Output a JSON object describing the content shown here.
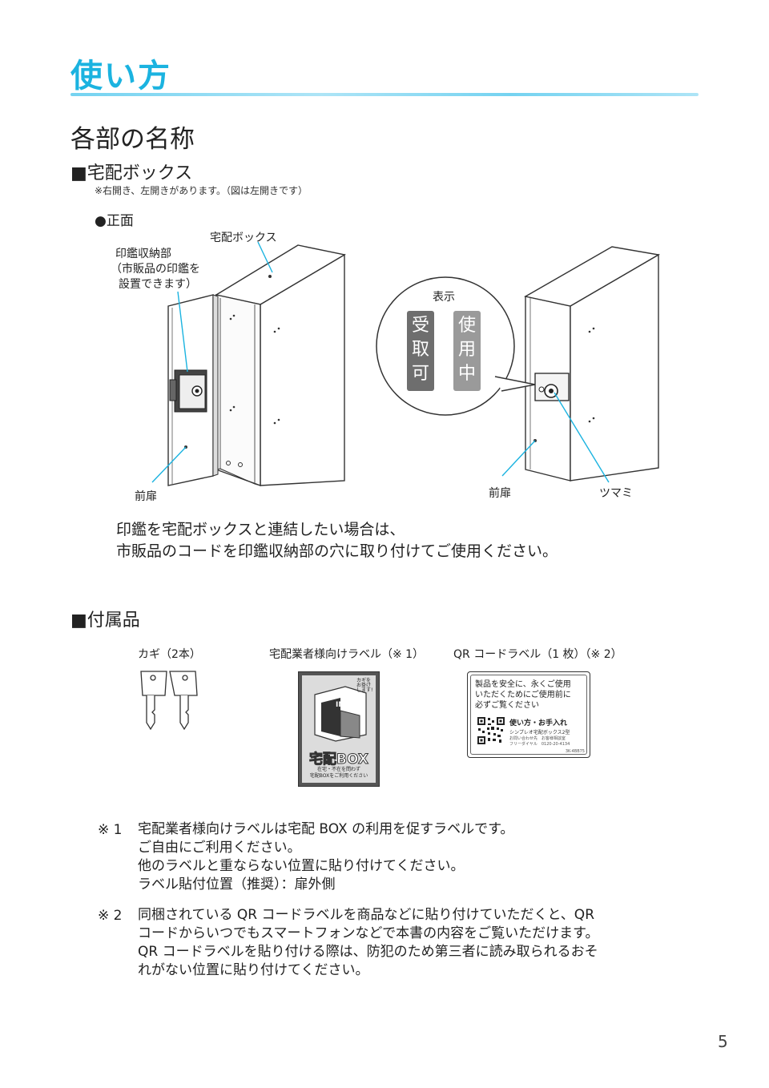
{
  "page": {
    "title": "使い方",
    "section_title": "各部の名称",
    "page_number": "5"
  },
  "box_section": {
    "heading": "■宅配ボックス",
    "note": "※右開き、左開きがあります。（図は左開きです）",
    "front_label": "●正面",
    "labels": {
      "takuhai_box": "宅配ボックス",
      "inkan_1": "印鑑収納部",
      "inkan_2": "（市販品の印鑑を",
      "inkan_3": "設置できます）",
      "front_door_left": "前扉",
      "front_door_right": "前扉",
      "knob": "ツマミ",
      "display": "表示"
    },
    "display_indicators": {
      "available": "受取可",
      "in_use": "使用中",
      "available_color": "#6e6e6e",
      "in_use_color": "#9a9a9a"
    },
    "body_1": "印鑑を宅配ボックスと連結したい場合は、",
    "body_2": "市販品のコードを印鑑収納部の穴に取り付けてご使用ください。"
  },
  "accessories": {
    "heading": "■付属品",
    "keys_label": "カギ（2本）",
    "carrier_label": "宅配業者様向けラベル（※ 1）",
    "qr_label": "QR コードラベル（1 枚）（※ 2）",
    "carrier_card": {
      "lock_text_1": "カギを",
      "lock_text_2": "お掛け",
      "lock_text_3": "します!",
      "in_text": "IN",
      "logo": "宅配BOX",
      "line_1": "在宅・不在を問わず",
      "line_2": "宅配BOXをご利用ください"
    },
    "qr_card": {
      "line_1": "製品を安全に、永くご使用",
      "line_2": "いただくためにご使用前に",
      "line_3": "必ずご覧ください",
      "bold": "使い方・お手入れ",
      "product": "シンプレオ宅配ボックス2型",
      "contact_1": "お問い合わせ先　お客様相談室",
      "contact_2": "フリーダイヤル　0120-20-4134",
      "code": "3K-4BB75"
    }
  },
  "notes": [
    {
      "mark": "※ 1",
      "lines": [
        "宅配業者様向けラベルは宅配 BOX の利用を促すラベルです。",
        "ご自由にご利用ください。",
        "他のラベルと重ならない位置に貼り付けてください。",
        "ラベル貼付位置（推奨）：扉外側"
      ]
    },
    {
      "mark": "※ 2",
      "lines": [
        "同梱されている QR コードラベルを商品などに貼り付けていただくと、QR",
        "コードからいつでもスマートフォンなどで本書の内容をご覧いただけます。",
        "QR コードラベルを貼り付ける際は、防犯のため第三者に読み取られるおそ",
        "れがない位置に貼り付けてください。"
      ]
    }
  ]
}
